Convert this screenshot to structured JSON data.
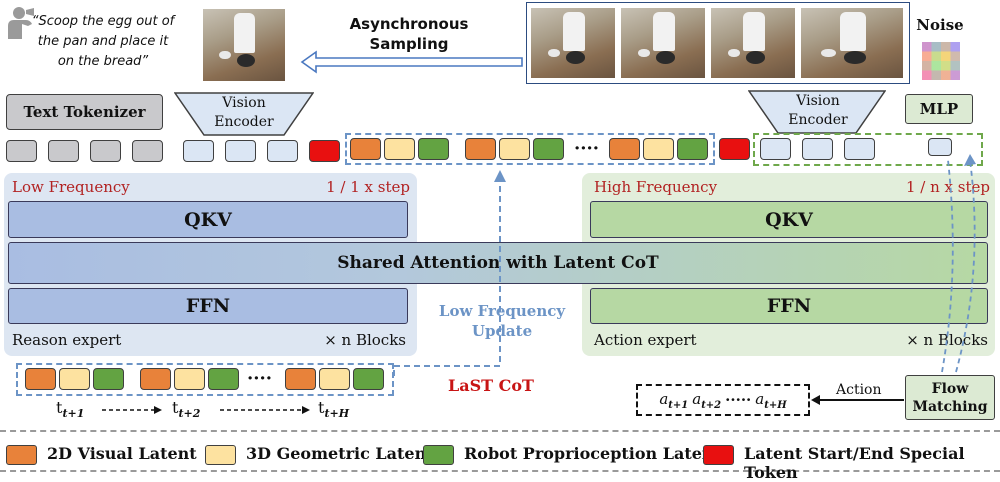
{
  "quote": "“Scoop the egg out of the pan and place it on the bread”",
  "sampling": {
    "label": "Asynchronous Sampling"
  },
  "noise": {
    "label": "Noise"
  },
  "text_tokenizer": {
    "label": "Text Tokenizer"
  },
  "vision_encoder_left": {
    "label": "Vision Encoder"
  },
  "vision_encoder_right": {
    "label": "Vision Encoder"
  },
  "mlp": {
    "label": "MLP"
  },
  "dots": "····",
  "reason_panel": {
    "freq_label": "Low Frequency",
    "step_label": "1 / 1 x step",
    "expert_label": "Reason expert",
    "blocks_label": "× n Blocks"
  },
  "action_panel": {
    "freq_label": "High  Frequency",
    "step_label": "1 / n x step",
    "expert_label": "Action expert",
    "blocks_label": "× n Blocks"
  },
  "qkv_label": "QKV",
  "ffn_label": "FFN",
  "shared_label": "Shared Attention with Latent CoT",
  "lf_update": {
    "line1": "Low Frequency",
    "line2": "Update"
  },
  "last_cot": "LaST CoT",
  "timesteps": {
    "t1": "t",
    "t1_sub": "t+1",
    "t2": "t",
    "t2_sub": "t+2",
    "t3": "t",
    "t3_sub": "t+H"
  },
  "actions": {
    "a1": "a",
    "a1_sub": "t+1",
    "a2": "a",
    "a2_sub": "t+2",
    "dots": "·····",
    "a3": "a",
    "a3_sub": "t+H"
  },
  "action_label": "Action",
  "flow_matching": {
    "line1": "Flow",
    "line2": "Matching"
  },
  "legend": [
    {
      "label": "2D Visual Latent",
      "color": "#e8823a"
    },
    {
      "label": "3D Geometric Latent",
      "color": "#fde2a0"
    },
    {
      "label": "Robot Proprioception Latent",
      "color": "#63a342"
    },
    {
      "label": "Latent Start/End Special Token",
      "color": "#e81010"
    }
  ]
}
